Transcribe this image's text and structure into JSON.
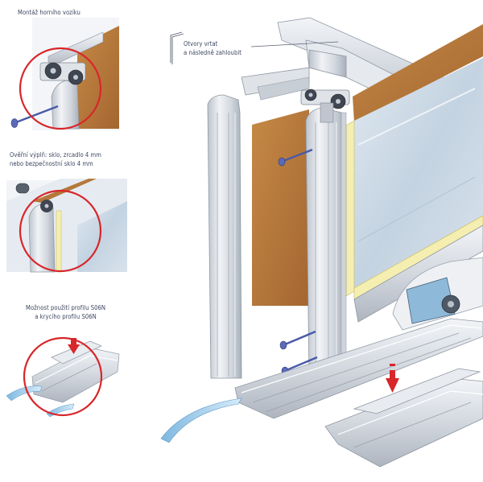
{
  "captions": {
    "top_trolley": "Montáž horního vozíku",
    "fill_line1": "Ověřní výplň: sklo, zrcadlo 4 mm",
    "fill_line2": "nebo bezpečnostní sklo 4 mm",
    "profile_line1": "Možnost použití profilu S06N",
    "profile_line2": "a krycího profilu S06N",
    "holes_line1": "Otvory vrtat",
    "holes_line2": "a následně zahloubit"
  },
  "colors": {
    "detail_circle": "#d8262a",
    "arrow": "#d8262a",
    "aluminium": "#d9dde3",
    "wood_panel": "#b5763b",
    "glass": "#c9d8e6",
    "seal_strip": "#f4eeb0",
    "screw": "#4a5aa8",
    "caption_text": "#3c4660"
  }
}
